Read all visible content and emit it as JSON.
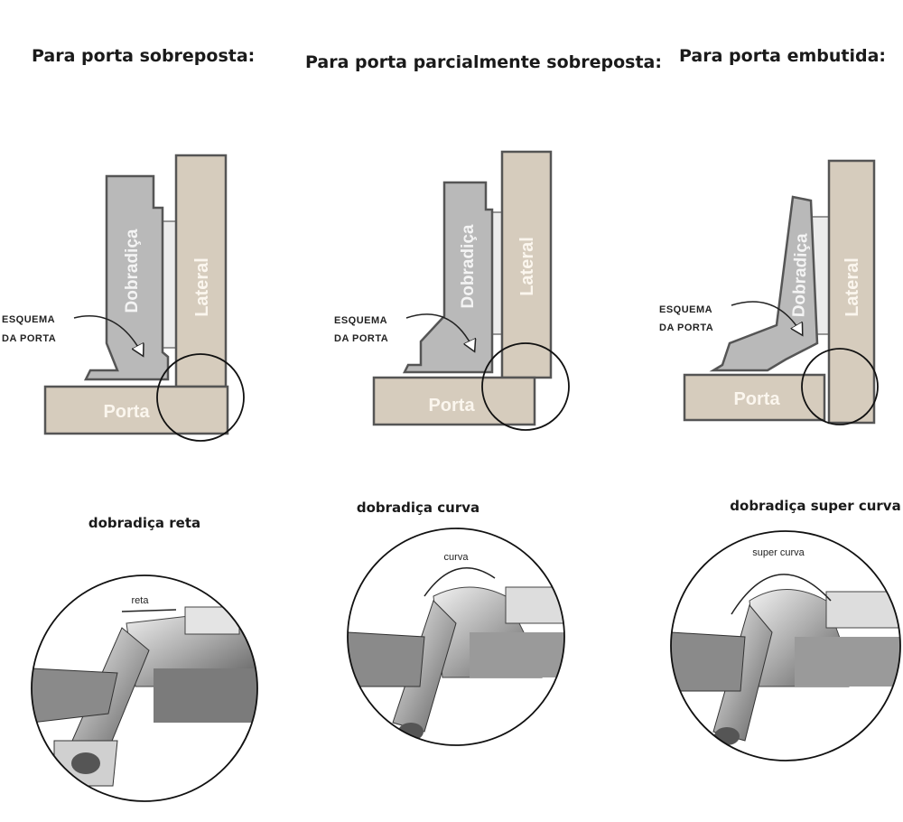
{
  "panels": [
    {
      "title": "Para porta sobreposta:",
      "hinge_label": "Dobradiça",
      "side_label": "Lateral",
      "door_label": "Porta",
      "note_line1": "ESQUEMA",
      "note_line2": "DA PORTA"
    },
    {
      "title": "Para porta parcialmente sobreposta:",
      "hinge_label": "Dobradiça",
      "side_label": "Lateral",
      "door_label": "Porta",
      "note_line1": "ESQUEMA",
      "note_line2": "DA PORTA"
    },
    {
      "title": "Para porta embutida:",
      "hinge_label": "Dobradiça",
      "side_label": "Lateral",
      "door_label": "Porta",
      "note_line1": "ESQUEMA",
      "note_line2": "DA PORTA"
    }
  ],
  "hinges": [
    {
      "title": "dobradiça reta",
      "tag": "reta"
    },
    {
      "title": "dobradiça curva",
      "tag": "curva"
    },
    {
      "title": "dobradiça super curva",
      "tag": "super curva"
    }
  ]
}
